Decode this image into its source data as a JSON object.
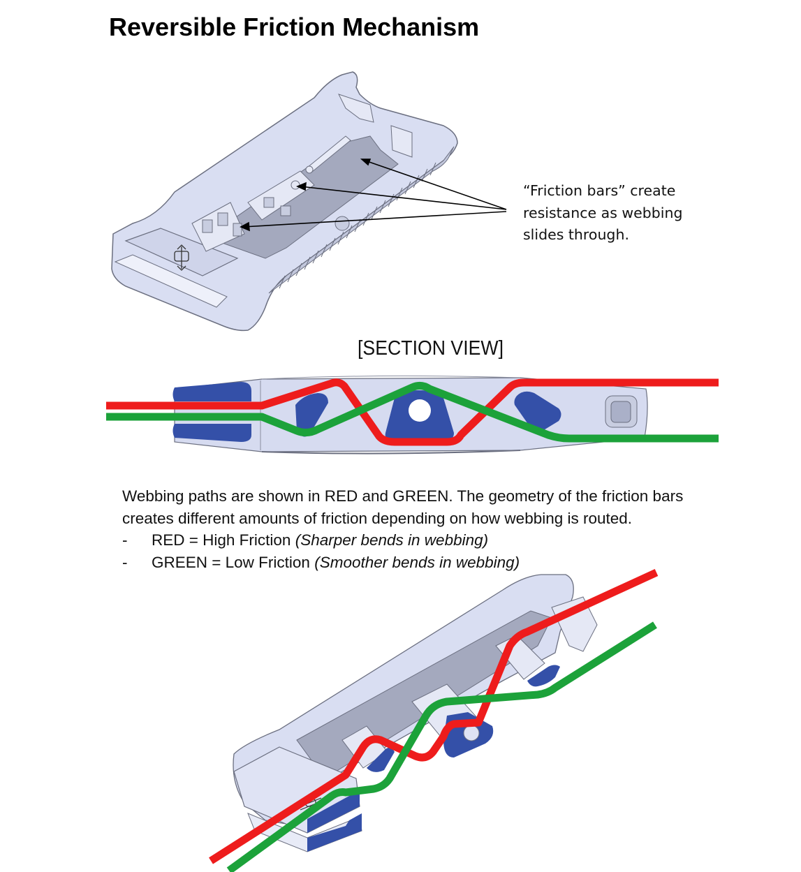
{
  "title": "Reversible Friction Mechanism",
  "top_figure": {
    "callout_lines": [
      "“Friction bars” create",
      "resistance as webbing",
      "slides through."
    ],
    "arrow_count": 3
  },
  "section_view": {
    "label": "[SECTION VIEW]"
  },
  "description": {
    "lines": [
      "Webbing paths are shown in RED and GREEN. The geometry of the friction bars",
      "creates different amounts of friction depending on how webbing is routed."
    ],
    "bullets": [
      {
        "dash": "-",
        "main": "RED = High Friction ",
        "note": "(Sharper bends in webbing)"
      },
      {
        "dash": "-",
        "main": "GREEN = Low Friction ",
        "note": "(Smoother bends in webbing)"
      }
    ]
  },
  "legend": {
    "red": {
      "meaning": "High Friction",
      "color": "#ee1c1c"
    },
    "green": {
      "meaning": "Low Friction",
      "color": "#1ca23a"
    }
  },
  "colors": {
    "part_body": "#d7dcf0",
    "part_edge": "#6b6f80",
    "part_shadow": "#9aa0b8",
    "cut_face": "#3450a8"
  }
}
